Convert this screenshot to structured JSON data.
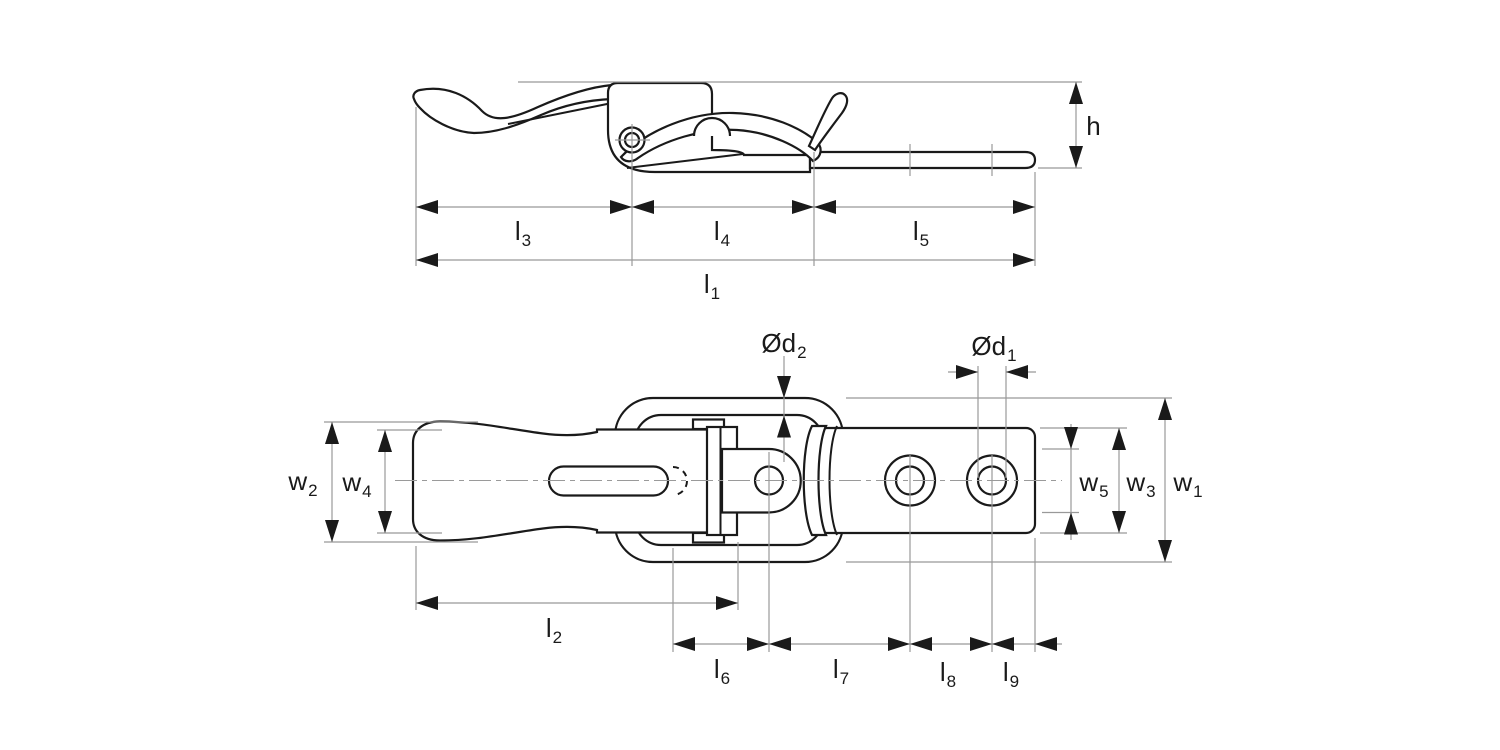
{
  "page": {
    "background": "#ffffff"
  },
  "colors": {
    "outline": "#1a1a1a",
    "dimension_lines": "#999999",
    "arrowheads": "#1a1a1a",
    "labels": "#1a1a1a"
  },
  "drawing": {
    "type": "technical-drawing",
    "side_view": {
      "labels": {
        "h": {
          "main": "h",
          "sub": ""
        },
        "l1": {
          "main": "l",
          "sub": "1"
        },
        "l3": {
          "main": "l",
          "sub": "3"
        },
        "l4": {
          "main": "l",
          "sub": "4"
        },
        "l5": {
          "main": "l",
          "sub": "5"
        }
      }
    },
    "plan_view": {
      "labels": {
        "d2": {
          "main": "Ød",
          "sub": "2"
        },
        "d1": {
          "main": "Ød",
          "sub": "1"
        },
        "w1": {
          "main": "w",
          "sub": "1"
        },
        "w2": {
          "main": "w",
          "sub": "2"
        },
        "w3": {
          "main": "w",
          "sub": "3"
        },
        "w4": {
          "main": "w",
          "sub": "4"
        },
        "w5": {
          "main": "w",
          "sub": "5"
        },
        "l2": {
          "main": "l",
          "sub": "2"
        },
        "l6": {
          "main": "l",
          "sub": "6"
        },
        "l7": {
          "main": "l",
          "sub": "7"
        },
        "l8": {
          "main": "l",
          "sub": "8"
        },
        "l9": {
          "main": "l",
          "sub": "9"
        }
      }
    }
  }
}
